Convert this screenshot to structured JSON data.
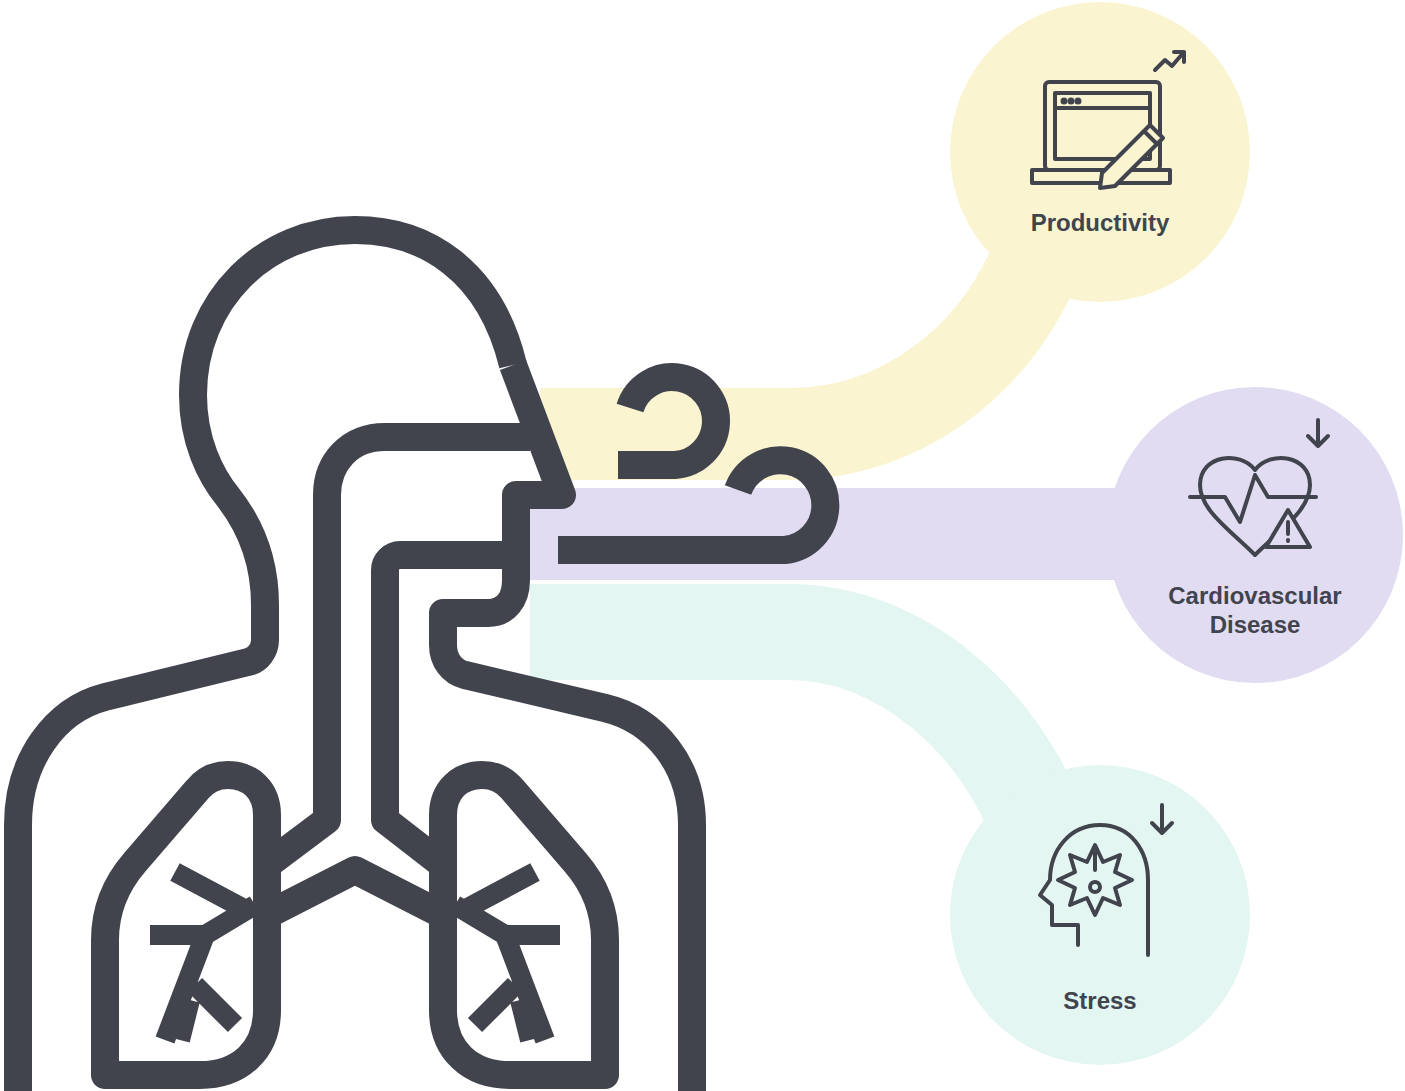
{
  "diagram": {
    "nodes": [
      {
        "text": [
          "Productivity"
        ]
      },
      {
        "text": [
          "Cardiovascular Disease"
        ]
      },
      {
        "text": [
          "Stress"
        ]
      }
    ]
  }
}
